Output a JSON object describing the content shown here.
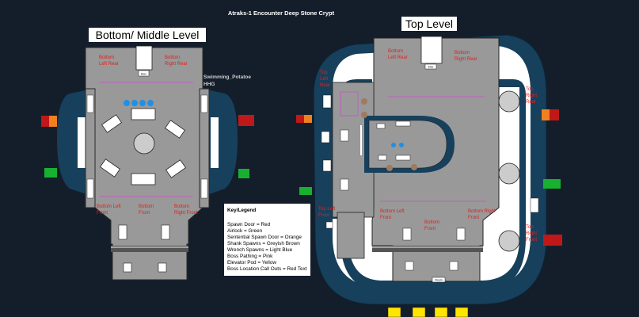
{
  "title": "Atraks-1 Encounter Deep Stone Crypt",
  "credit": {
    "name": "Swimming_Potatoe",
    "group": "HHG"
  },
  "bottom_middle": {
    "heading": "Bottom/ Middle Level",
    "labels": {
      "left_rear": [
        "Bottom",
        "Left Rear"
      ],
      "right_rear": [
        "Bottom",
        "Right Rear"
      ],
      "left_front": [
        "Bottom Left",
        "Front"
      ],
      "front": [
        "Bottom",
        "Front"
      ],
      "right_front": [
        "Bottom",
        "Right Front"
      ]
    },
    "elevator_tag": "Elev"
  },
  "top_level": {
    "heading": "Top Level",
    "labels": {
      "bottom_left_rear": [
        "Bottom",
        "Left Rear"
      ],
      "bottom_right_rear": [
        "Bottom",
        "Right Rear"
      ],
      "top_left_rear": [
        "Top",
        "Left",
        "Rear"
      ],
      "top_right_rear": [
        "Top",
        "Right",
        "Rear"
      ],
      "bottom_left_front": [
        "Bottom Left",
        "Front"
      ],
      "bottom_front": [
        "Bottom",
        "Front"
      ],
      "bottom_right_front": [
        "Bottom Right",
        "Front"
      ],
      "top_left_front": [
        "Top Left",
        "Front"
      ],
      "top_right_front": [
        "Top",
        "Right",
        "Front"
      ]
    },
    "elevator_tag": "Elev",
    "exit_tag": "Room"
  },
  "legend": {
    "title": "Key/Legend",
    "items": [
      "Spawn Door = Red",
      "Airlock = Green",
      "Sentential Spawn Door = Orange",
      "Shank Spawns = Greyish Brown",
      "Wrench Spawns = Light Blue",
      "Boss Pathing = Pink",
      "Elevator Pod = Yellow",
      "Boss Location Call Outs = Red Text"
    ]
  },
  "colors": {
    "background": "#141e2b",
    "floor": "#999999",
    "ring": "#17405c",
    "wall": "#ffffff",
    "spawn_door": "#c01818",
    "airlock": "#18b030",
    "sentinel_door": "#f08020",
    "shank": "#a07a60",
    "wrench": "#1e90e8",
    "boss_path": "#c060c0",
    "elevator_pod": "#ffe600",
    "callout": "#e02020"
  }
}
